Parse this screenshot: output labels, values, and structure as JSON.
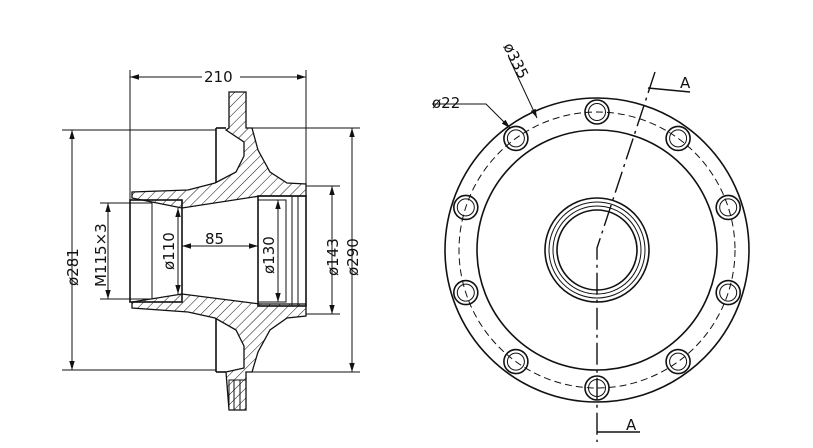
{
  "drawing": {
    "dimensions": {
      "overall_width": "210",
      "flange_dia": "ø281",
      "thread": "M115×3",
      "bore_left": "ø110",
      "inner_length": "85",
      "bore_right": "ø130",
      "hub_outer": "ø143",
      "outer_dia": "ø290",
      "bolt_circle": "ø335",
      "hole_dia": "ø22"
    },
    "section_labels": {
      "top": "A",
      "bottom": "A"
    },
    "colors": {
      "line": "#111111",
      "background": "#ffffff"
    }
  }
}
